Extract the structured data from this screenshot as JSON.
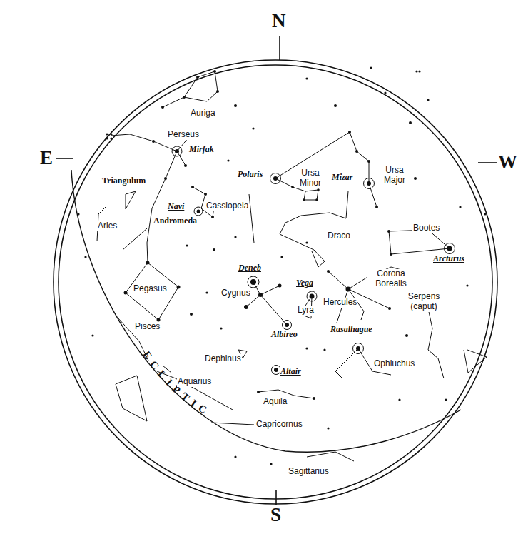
{
  "diagram": {
    "labels": [
      "N",
      "E",
      "W",
      "S",
      "Auriga",
      "Perseus",
      "Mirfak",
      "Triangulum",
      "Navi",
      "Cassiopeia",
      "Aries",
      "Andromeda",
      "Polaris",
      "Ursa Minor",
      "Mizar",
      "Ursa Major",
      "Draco",
      "Bootes",
      "Arcturus",
      "Pegasus",
      "Deneb",
      "Cygnus",
      "Vega",
      "Lyra",
      "Corona Borealis",
      "Hercules",
      "Serpens (caput)",
      "Pisces",
      "Albireo",
      "Rasalhague",
      "Ophiuchus",
      "Dephinus",
      "Altair",
      "Aquarius",
      "Aquila",
      "ECLIPTIC",
      "Capricornus",
      "Sagittarius"
    ]
  }
}
